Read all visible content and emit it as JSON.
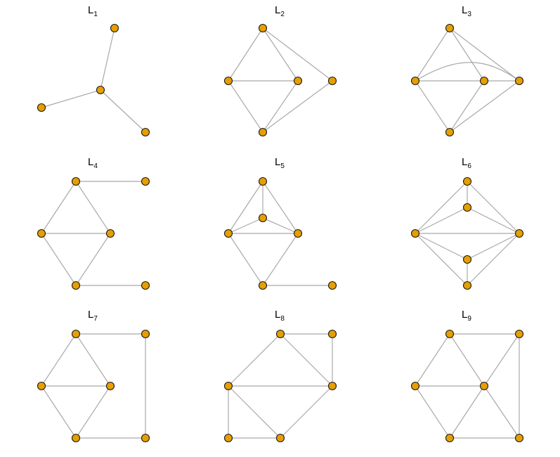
{
  "style": {
    "node_fill": "#E69F00",
    "node_stroke": "#1a1a1a",
    "edge_color": "#a9a9a9",
    "background": "#ffffff"
  },
  "graphs": [
    {
      "title": {
        "main": "L",
        "sub": "1"
      }
    },
    {
      "title": {
        "main": "L",
        "sub": "2"
      }
    },
    {
      "title": {
        "main": "L",
        "sub": "3"
      }
    },
    {
      "title": {
        "main": "L",
        "sub": "4"
      }
    },
    {
      "title": {
        "main": "L",
        "sub": "5"
      }
    },
    {
      "title": {
        "main": "L",
        "sub": "6"
      }
    },
    {
      "title": {
        "main": "L",
        "sub": "7"
      }
    },
    {
      "title": {
        "main": "L",
        "sub": "8"
      }
    },
    {
      "title": {
        "main": "L",
        "sub": "9"
      }
    }
  ]
}
